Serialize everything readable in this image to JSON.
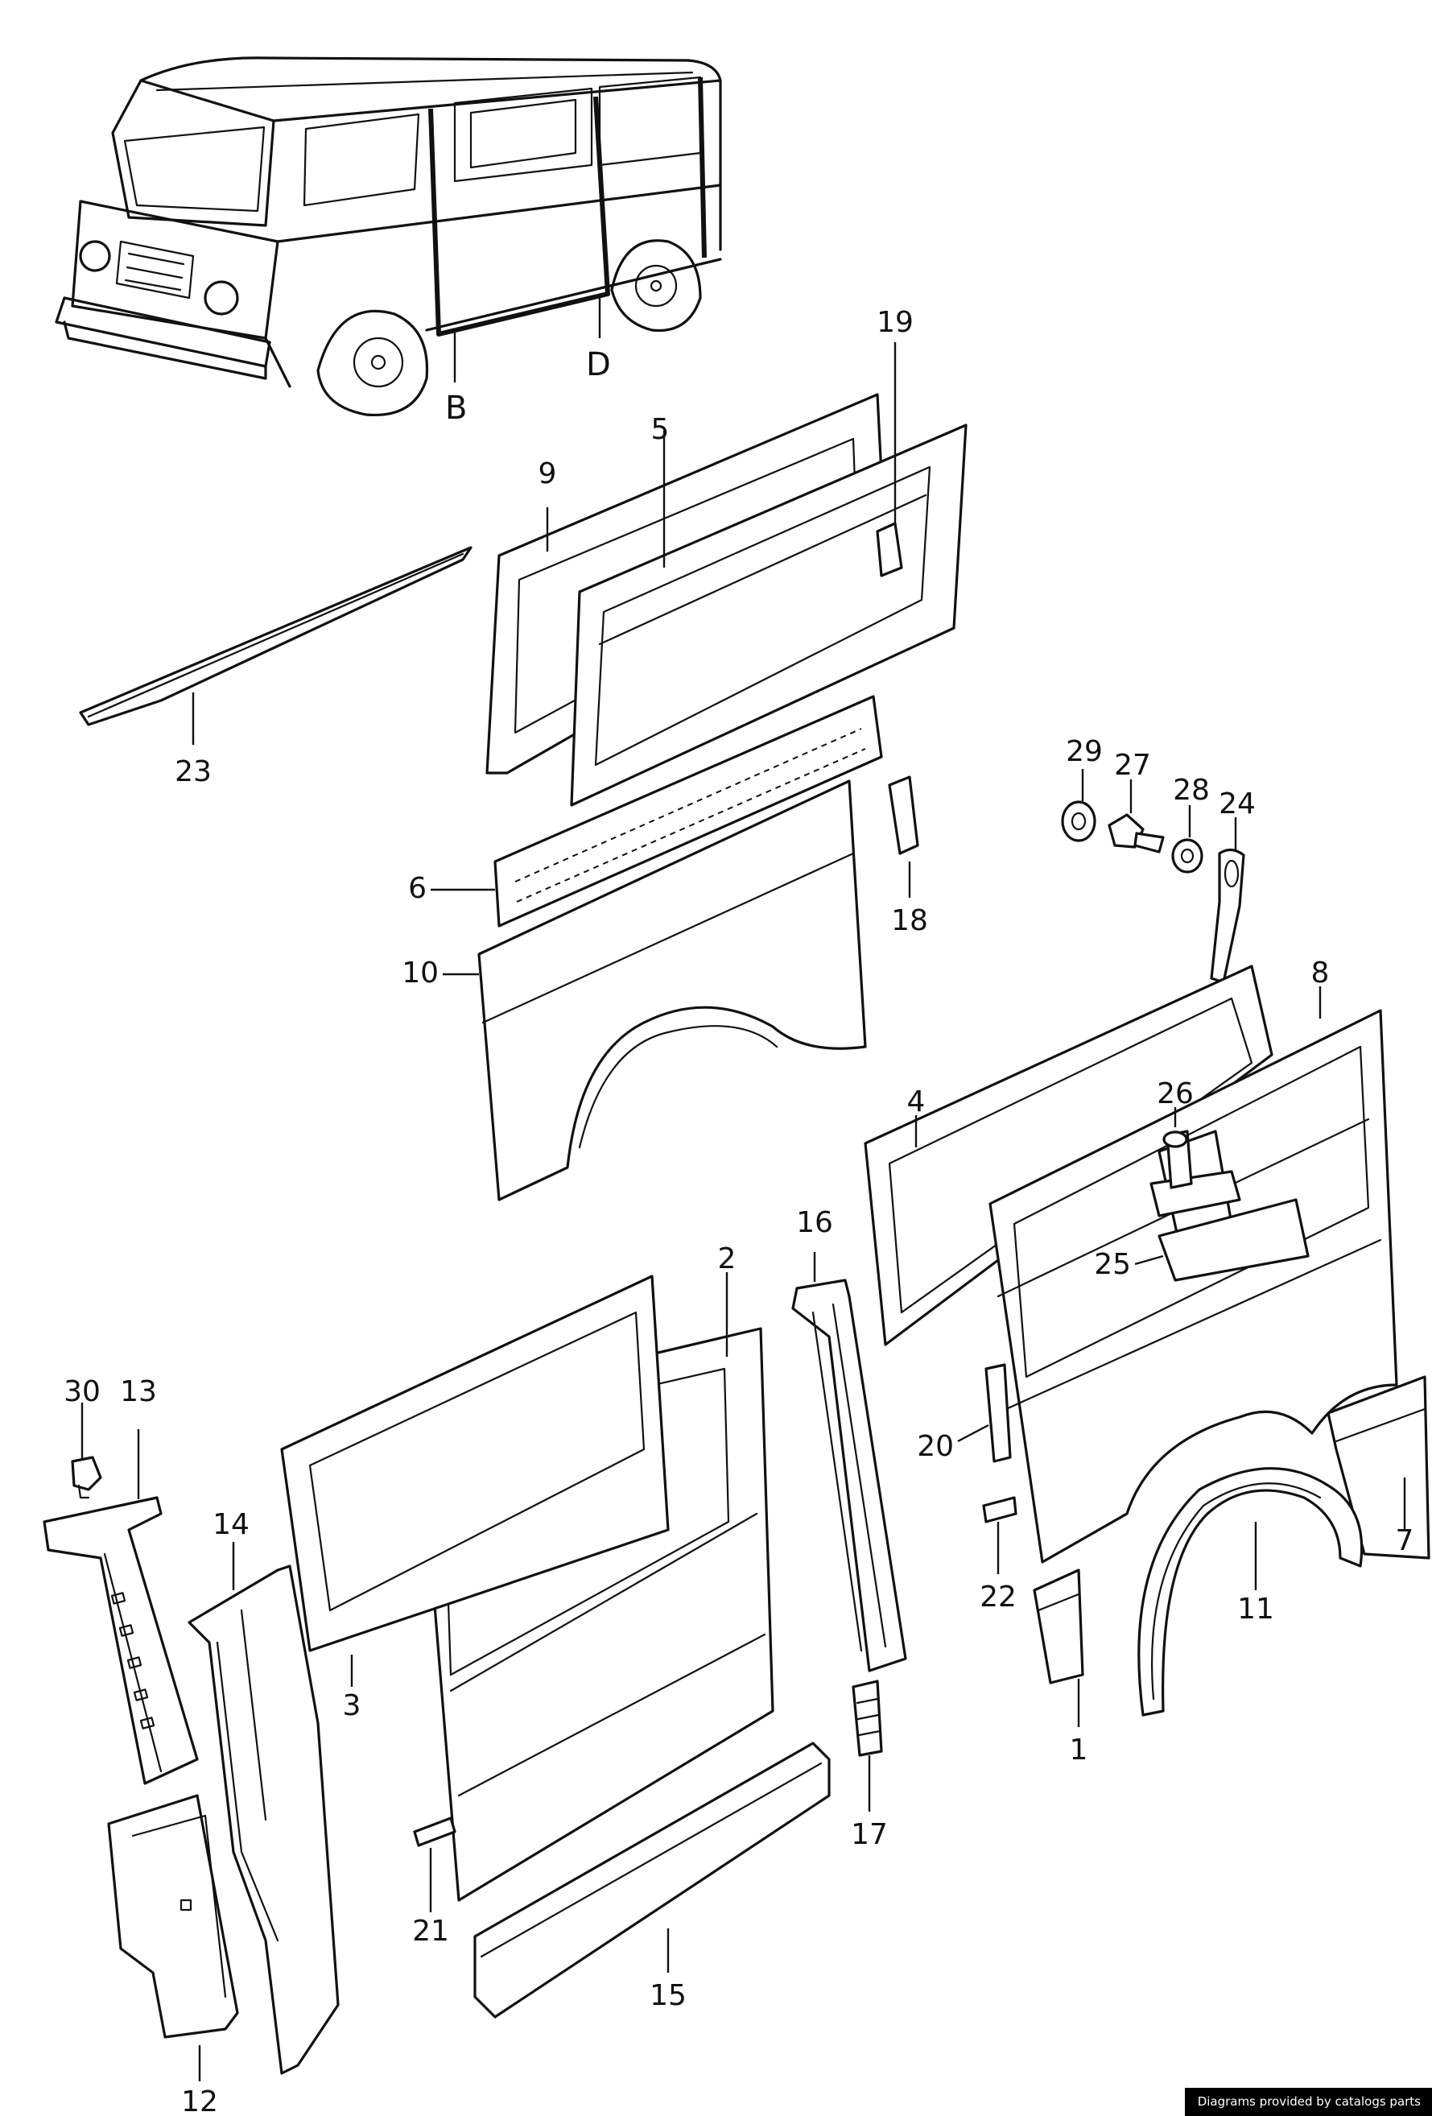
{
  "view_labels": [
    "B",
    "D"
  ],
  "callouts": [
    "1",
    "2",
    "3",
    "4",
    "5",
    "6",
    "7",
    "8",
    "9",
    "10",
    "11",
    "12",
    "13",
    "14",
    "15",
    "16",
    "17",
    "18",
    "19",
    "20",
    "21",
    "22",
    "23",
    "24",
    "25",
    "26",
    "27",
    "28",
    "29",
    "30"
  ],
  "credit": "Diagrams provided by catalogs parts",
  "colors": {
    "line": "#111111",
    "background": "#ffffff",
    "credit_bg": "#000000",
    "credit_text": "#ffffff"
  }
}
